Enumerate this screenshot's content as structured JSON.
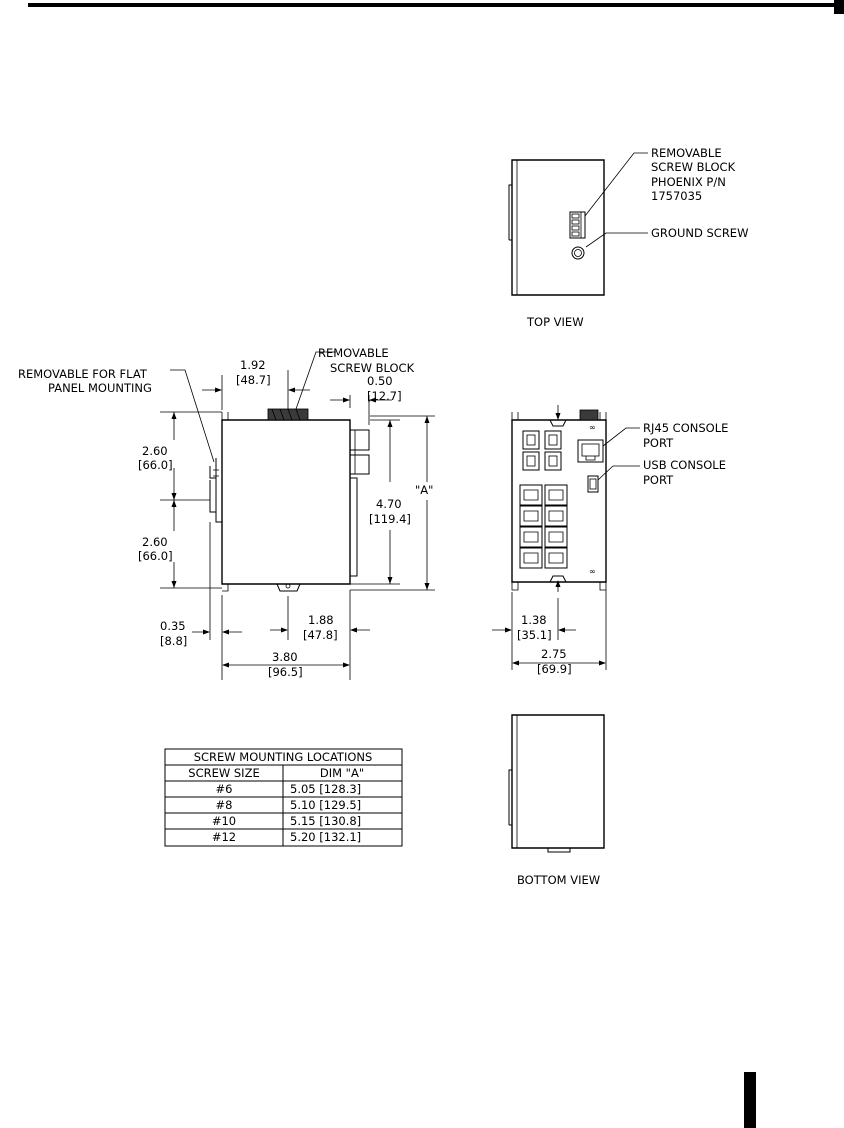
{
  "top_view": {
    "caption": "TOP VIEW",
    "callout_screw_block": [
      "REMOVABLE",
      "SCREW BLOCK",
      "PHOENIX P/N",
      "1757035"
    ],
    "callout_ground": "GROUND SCREW"
  },
  "side_view": {
    "callout_flat_panel": [
      "REMOVABLE FOR FLAT",
      "PANEL MOUNTING"
    ],
    "callout_screw_block": [
      "REMOVABLE",
      "SCREW BLOCK"
    ],
    "dim_1_92": [
      "1.92",
      "[48.7]"
    ],
    "dim_0_50": [
      "0.50",
      "[12.7]"
    ],
    "dim_2_60_top": [
      "2.60",
      "[66.0]"
    ],
    "dim_2_60_bottom": [
      "2.60",
      "[66.0]"
    ],
    "dim_4_70": [
      "4.70",
      "[119.4]"
    ],
    "dim_a": "\"A\"",
    "dim_0_35": [
      "0.35",
      "[8.8]"
    ],
    "dim_1_88": [
      "1.88",
      "[47.8]"
    ],
    "dim_3_80": [
      "3.80",
      "[96.5]"
    ]
  },
  "front_view": {
    "callout_rj45": [
      "RJ45 CONSOLE",
      "PORT"
    ],
    "callout_usb": [
      "USB CONSOLE",
      "PORT"
    ],
    "dim_1_38": [
      "1.38",
      "[35.1]"
    ],
    "dim_2_75": [
      "2.75",
      "[69.9]"
    ]
  },
  "bottom_view": {
    "caption": "BOTTOM VIEW"
  },
  "table": {
    "title": "SCREW MOUNTING LOCATIONS",
    "headers": [
      "SCREW SIZE",
      "DIM \"A\""
    ],
    "rows": [
      [
        "#6",
        "5.05 [128.3]"
      ],
      [
        "#8",
        "5.10 [129.5]"
      ],
      [
        "#10",
        "5.15 [130.8]"
      ],
      [
        "#12",
        "5.20 [132.1]"
      ]
    ]
  }
}
